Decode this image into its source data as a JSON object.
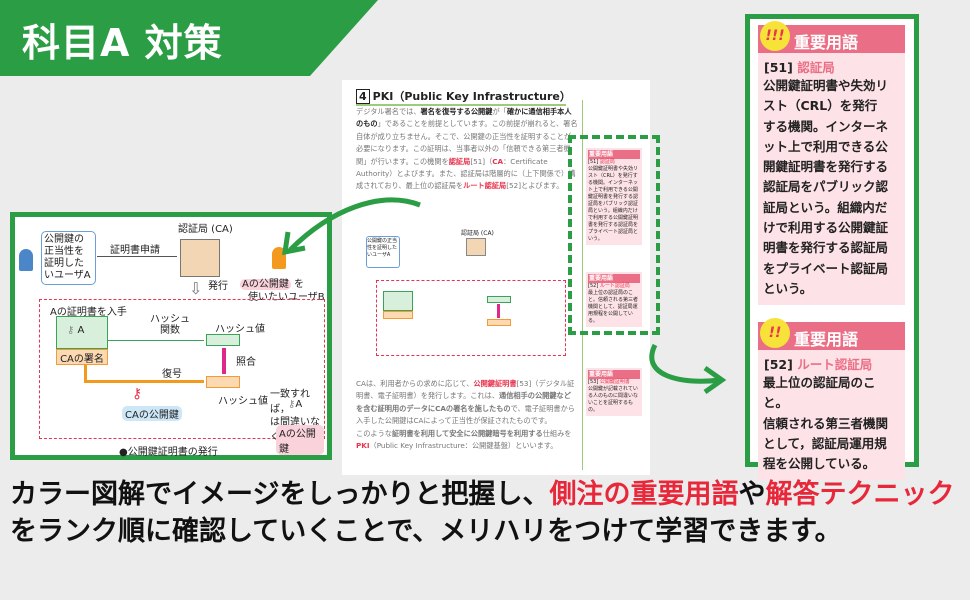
{
  "banner": {
    "title": "科目A 対策"
  },
  "book_page": {
    "section_number": "4",
    "section_title": "PKI（Public Key Infrastructure）",
    "para1": [
      {
        "t": "デジタル署名では、",
        "s": "n"
      },
      {
        "t": "署名を復号する公開鍵",
        "s": "b"
      },
      {
        "t": "が「",
        "s": "n"
      },
      {
        "t": "確かに通信相手本人のもの",
        "s": "b"
      },
      {
        "t": "」であることを前提としています。この前提が崩れると、署名自体が成り立ちません。そこで、公開鍵の正当性を証明することが必要になります。この証明は、当事者以外の「信頼できる第三者機関」が行います。この機関を",
        "s": "n"
      },
      {
        "t": "認証局",
        "s": "r"
      },
      {
        "t": "[51]（",
        "s": "n"
      },
      {
        "t": "CA",
        "s": "r"
      },
      {
        "t": "：Certificate Authority）とよびます。また、認証局は階層的に（上下関係で）構成されており、最上位の認証局を",
        "s": "n"
      },
      {
        "t": "ルート認証局",
        "s": "r"
      },
      {
        "t": "[52]とよびます。",
        "s": "n"
      }
    ],
    "para2": [
      {
        "t": "CAは、利用者からの求めに応じて、",
        "s": "n"
      },
      {
        "t": "公開鍵証明書",
        "s": "r"
      },
      {
        "t": "[53]（デジタル証明書、電子証明書）を発行します。これは、",
        "s": "n"
      },
      {
        "t": "通信相手の公開鍵などを含む証明用のデータにCAの署名を施したもの",
        "s": "b"
      },
      {
        "t": "で、電子証明書から入手した公開鍵はCAによって正当性が保証されたものです。",
        "s": "n"
      }
    ],
    "para3": [
      {
        "t": "このような",
        "s": "n"
      },
      {
        "t": "証明書を利用して安全に公開鍵暗号を利用する",
        "s": "b"
      },
      {
        "t": "仕組みを",
        "s": "n"
      },
      {
        "t": "PKI",
        "s": "r"
      },
      {
        "t": "（Public Key Infrastructure：公開鍵基盤）といいます。",
        "s": "n"
      }
    ],
    "side_notes": [
      {
        "header": "重要用語",
        "num": "[51]",
        "term": "認証局",
        "text": "公開鍵証明書や失効リスト（CRL）を発行する機関。インターネット上で利用できる公開鍵証明書を発行する認証局をパブリック認証局という。組織内だけで利用する公開鍵証明書を発行する認証局をプライベート認証局という。"
      },
      {
        "header": "重要用語",
        "num": "[52]",
        "term": "ルート認証局",
        "text": "最上位の認証局のこと。信頼される第三者機関として、認証局運用規程を公開している。"
      },
      {
        "header": "重要用語",
        "num": "[53]",
        "term": "公開鍵証明書",
        "text": "公開鍵が記載されている人のものに間違いないことを証明するもの。"
      }
    ]
  },
  "diagram": {
    "ca_label": "認証局 (CA)",
    "user_a": "公開鍵の正当性を証明したいユーザA",
    "request": "証明書申請",
    "issue": "発行",
    "user_b_key": "Aの公開鍵",
    "user_b_suffix": "を",
    "user_b": "使いたいユーザB",
    "obtain": "Aの証明書を入手",
    "key_a": "A",
    "ca_sig": "CAの署名",
    "hash_func": "ハッシュ関数",
    "hash_value": "ハッシュ値",
    "compare": "照合",
    "decrypt": "復号",
    "hash_value2": "ハッシュ値",
    "ca_pubkey": "CAの公開鍵",
    "match": "一致すれば，",
    "key_a2": "A",
    "certain": "は間違いなく",
    "a_pubkey": "Aの公開鍵",
    "caption": "●公開鍵証明書の発行"
  },
  "important_terms": [
    {
      "header": "重要用語",
      "icon": "!!!",
      "num": "[51]",
      "term": "認証局",
      "lines": [
        "公開鍵証明書や失効リ",
        "スト（CRL）を発行",
        "する機関。インターネ",
        "ット上で利用できる公",
        "開鍵証明書を発行する",
        "認証局をパブリック認",
        "証局という。組織内だ",
        "けで利用する公開鍵証",
        "明書を発行する認証局",
        "をプライベート認証局",
        "という。"
      ]
    },
    {
      "header": "重要用語",
      "icon": "!!",
      "num": "[52]",
      "term": "ルート認証局",
      "lines": [
        "最上位の認証局のこと。",
        "信頼される第三者機関",
        "として，認証局運用規",
        "程を公開している。"
      ]
    }
  ],
  "caption": {
    "parts": [
      {
        "t": "カラー図解でイメージをしっかりと把握し、",
        "red": false
      },
      {
        "t": "側注の重要用語",
        "red": true
      },
      {
        "t": "や",
        "red": false
      },
      {
        "t": "解答テクニック",
        "red": true
      },
      {
        "t": "をランク順に確認していくことで、メリハリをつけて学習できます。",
        "red": false
      }
    ]
  },
  "colors": {
    "green": "#2a9d45",
    "pink": "#ea6f86",
    "red": "#e8283a"
  }
}
